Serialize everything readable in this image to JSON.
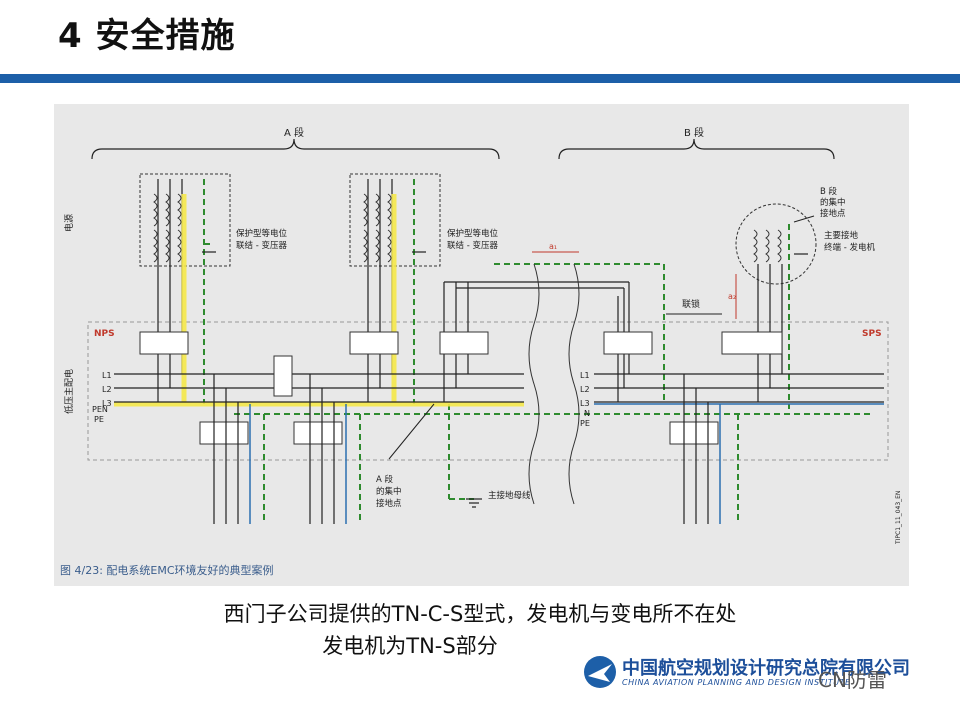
{
  "slide": {
    "title": "4 安全措施",
    "caption_line1": "西门子公司提供的TN-C-S型式，发电机与变电所不在处",
    "caption_line2": "发电机为TN-S部分"
  },
  "diagram": {
    "figure_caption": "图 4/23:  配电系统EMC环境友好的典型案例",
    "section_a": "A 段",
    "section_b": "B 段",
    "left_label_top": "电源",
    "left_label_bottom": "低压主配电",
    "nps": "NPS",
    "sps": "SPS",
    "transformer_label_1a": "保护型等电位",
    "transformer_label_1b": "联结 - 变压器",
    "transformer_label_2a": "保护型等电位",
    "transformer_label_2b": "联结 - 变压器",
    "b_center_1": "B 段",
    "b_center_2": "的集中",
    "b_center_3": "接地点",
    "gen_label_1": "主要接地",
    "gen_label_2": "终端 - 发电机",
    "interlock": "联锁",
    "a1": "a₁",
    "a2": "a₂",
    "a_center_1": "A 段",
    "a_center_2": "的集中",
    "a_center_3": "接地点",
    "main_bus": "主接地母线",
    "bus_l1": "L1",
    "bus_l2": "L2",
    "bus_l3": "L3",
    "bus_pen": "PEN",
    "bus_pe": "PE",
    "bus_r_l1": "L1",
    "bus_r_l2": "L2",
    "bus_r_l3": "L3",
    "bus_r_n": "N",
    "bus_r_pe": "PE",
    "code": "TIPC1_11_043_EN",
    "colors": {
      "accent": "#1d5fa8",
      "pe": "#2e8b2e",
      "pen_highlight": "#f5e84a",
      "neutral": "#2a6fb0"
    }
  },
  "logo": {
    "cn": "中国航空规划设计研究总院有限公司",
    "en": "CHINA AVIATION PLANNING AND DESIGN INSTITUTE",
    "icon": "plane-logo-icon"
  },
  "watermark": "CN防雷"
}
